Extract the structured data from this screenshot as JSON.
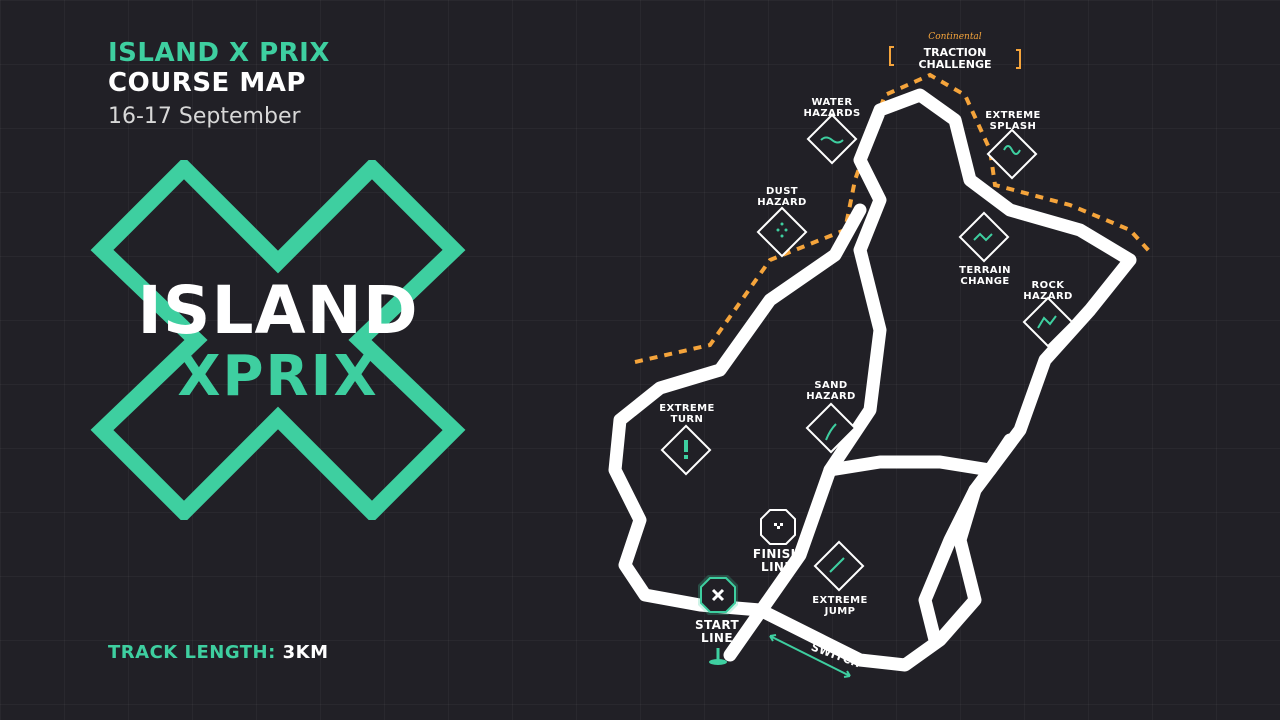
{
  "header": {
    "title_line1": "ISLAND X PRIX",
    "title_line2": "COURSE MAP",
    "date": "16-17 September"
  },
  "logo": {
    "word1": "ISLAND",
    "word2": "XPRIX",
    "accent_color": "#3ecfa0"
  },
  "track": {
    "length_label": "TRACK LENGTH:",
    "length_value": "3KM"
  },
  "sponsor": {
    "brand": "Continental",
    "section": "TRACTION\nCHALLENGE",
    "color": "#f5a43b"
  },
  "hazards": [
    {
      "label": "WATER\nHAZARDS",
      "icon": "water-icon"
    },
    {
      "label": "EXTREME\nSPLASH",
      "icon": "splash-icon"
    },
    {
      "label": "DUST\nHAZARD",
      "icon": "dust-icon"
    },
    {
      "label": "TERRAIN\nCHANGE",
      "icon": "terrain-icon"
    },
    {
      "label": "ROCK\nHAZARD",
      "icon": "rock-icon"
    },
    {
      "label": "SAND\nHAZARD",
      "icon": "sand-icon"
    },
    {
      "label": "EXTREME\nTURN",
      "icon": "exclamation-icon"
    },
    {
      "label": "FINISH\nLINE",
      "icon": "checkered-flag-icon"
    },
    {
      "label": "EXTREME\nJUMP",
      "icon": "jump-icon"
    },
    {
      "label": "START\nLINE",
      "icon": "start-x-icon"
    }
  ],
  "switch_label": "SWITCH"
}
